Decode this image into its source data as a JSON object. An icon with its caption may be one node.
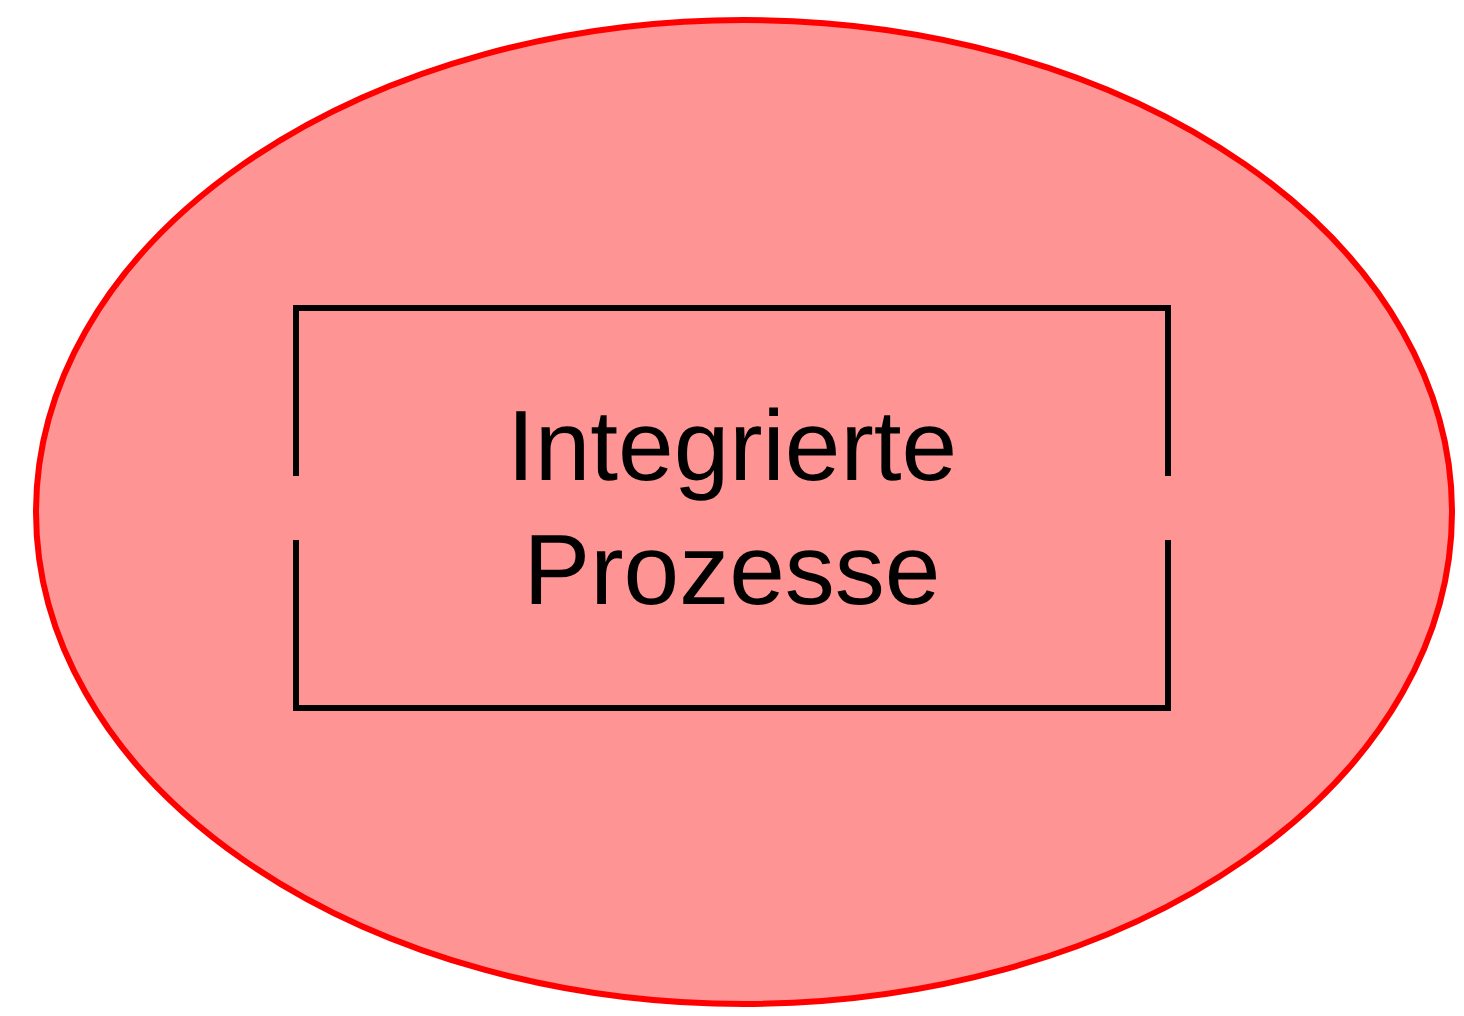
{
  "diagram": {
    "nodes": [
      {
        "text": [],
        "shape": "circle"
      },
      {
        "text": [
          "Integrierte Prozesse"
        ],
        "in": 0
      }
    ]
  }
}
